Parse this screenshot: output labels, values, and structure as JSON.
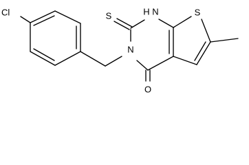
{
  "atoms": {
    "cl": "Cl",
    "s_thione": "S",
    "nh": "H",
    "n_h_symbol": "N",
    "s_ring": "S",
    "n3": "N",
    "o": "O"
  }
}
